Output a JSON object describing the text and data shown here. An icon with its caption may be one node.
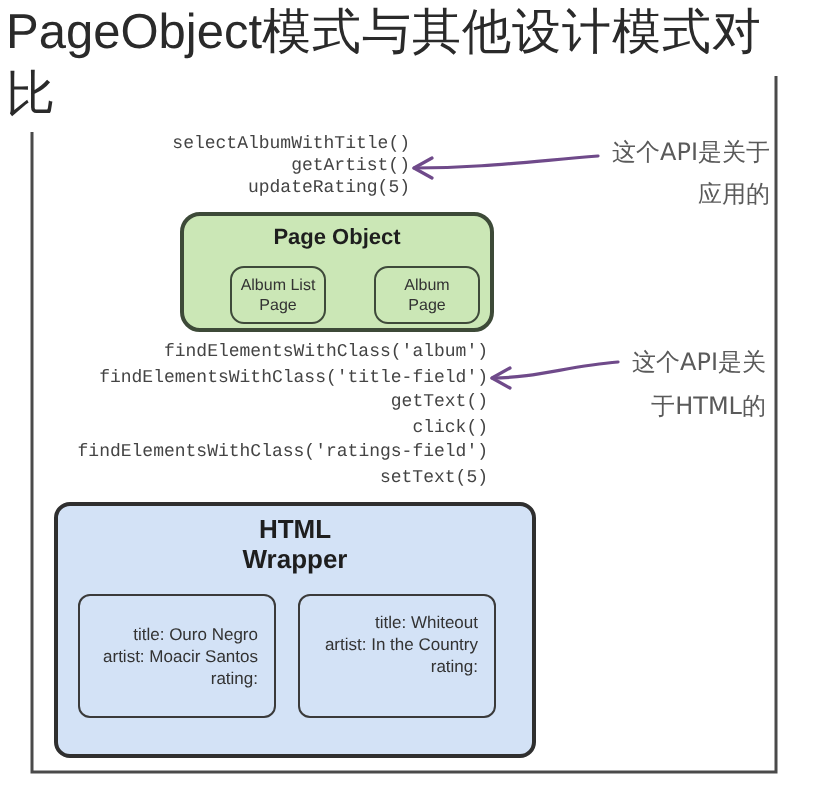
{
  "diagram": {
    "title": "PageObject模式与其他设计模式对比",
    "nodes": [
      {
        "text": [
          "selectAlbumWithTitle()",
          "getArtist()",
          "updateRating(5)"
        ]
      },
      {
        "text": [
          "这个API是关于应用的"
        ]
      },
      {
        "text": [
          "Page Object"
        ]
      },
      {
        "text": [
          "Album List Page"
        ],
        "in": 2
      },
      {
        "text": [
          "Album Page"
        ],
        "in": 2
      },
      {
        "text": [
          "findElementsWithClass('album')",
          "findElementsWithClass('title-field')",
          "getText()",
          "click()",
          "findElementsWithClass('ratings-field')",
          "setText(5)"
        ]
      },
      {
        "text": [
          "这个API是关于HTML的"
        ]
      },
      {
        "text": [
          "HTML Wrapper"
        ]
      },
      {
        "text": [
          "title: Ouro Negro",
          "artist: Moacir Santos",
          "rating:"
        ],
        "in": 7
      },
      {
        "text": [
          "title: Whiteout",
          "artist: In the Country",
          "rating:"
        ],
        "in": 7
      }
    ],
    "edges": [
      {
        "from": 1,
        "to": 0,
        "arrow": "to"
      },
      {
        "from": 6,
        "to": 5,
        "arrow": "to"
      }
    ]
  }
}
